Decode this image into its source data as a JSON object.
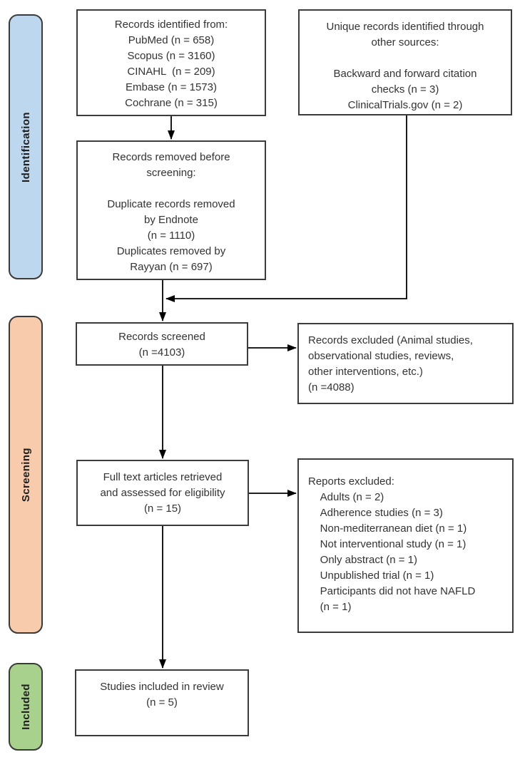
{
  "stages": [
    {
      "id": "identification",
      "label": "Identification",
      "color": "#BDD7EE"
    },
    {
      "id": "screening",
      "label": "Screening",
      "color": "#F8CBAD"
    },
    {
      "id": "included",
      "label": "Included",
      "color": "#A9D18E"
    }
  ],
  "boxes": {
    "records_identified": {
      "lines": [
        "Records identified from:",
        "PubMed (n = 658)",
        "Scopus (n = 3160)",
        "CINAHL  (n = 209)",
        "Embase (n = 1573)",
        "Cochrane (n = 315)"
      ]
    },
    "other_sources": {
      "lines": [
        "Unique records identified through",
        "other sources:",
        "",
        "Backward and forward citation",
        "checks (n = 3)",
        "ClinicalTrials.gov (n = 2)"
      ]
    },
    "records_removed": {
      "lines": [
        "Records removed before",
        "screening:",
        "",
        "Duplicate records removed",
        "by Endnote",
        "(n = 1110)",
        "Duplicates removed by",
        "Rayyan (n = 697)"
      ]
    },
    "records_screened": {
      "lines": [
        "Records screened",
        "(n =4103)"
      ]
    },
    "records_excluded": {
      "lines": [
        "Records excluded (Animal studies,",
        "observational studies, reviews,",
        "other interventions, etc.)",
        "(n =4088)"
      ]
    },
    "full_text": {
      "lines": [
        "Full text articles retrieved",
        "and assessed for eligibility",
        "(n = 15)"
      ]
    },
    "reports_excluded": {
      "lines": [
        "Reports excluded:",
        "    Adults (n = 2)",
        "    Adherence studies (n = 3)",
        "    Non-mediterranean diet (n = 1)",
        "    Not interventional study (n = 1)",
        "    Only abstract (n = 1)",
        "    Unpublished trial (n = 1)",
        "    Participants did not have NAFLD",
        "    (n = 1)"
      ]
    },
    "studies_included": {
      "lines": [
        "Studies included in review",
        "(n = 5)"
      ]
    }
  },
  "colors": {
    "box_border": "#3c3c3c",
    "arrow": "#000000",
    "text": "#333333"
  }
}
